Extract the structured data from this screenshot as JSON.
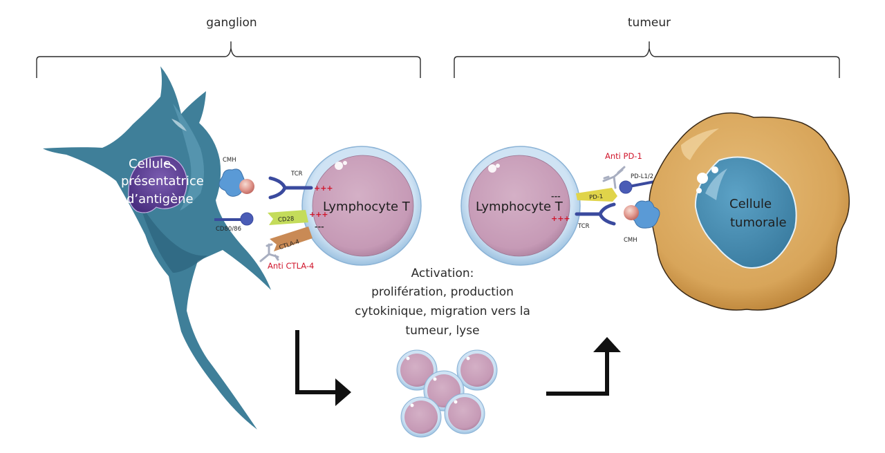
{
  "sections": {
    "lymph_node": "ganglion",
    "tumor": "tumeur"
  },
  "cells": {
    "apc": [
      "Cellule",
      "présentatrice",
      "d’antigène"
    ],
    "t_cell_left": "Lymphocyte T",
    "t_cell_right": "Lymphocyte T",
    "tumor_cell": [
      "Cellule",
      "tumorale"
    ]
  },
  "molecules": {
    "cmh_left": "CMH",
    "tcr_left": "TCR",
    "cd80_86": "CD80/86",
    "cd28": "CD28",
    "ctla4": "CTLA-4",
    "pd1": "PD-1",
    "pdl1_2": "PD-L1/2",
    "tcr_right": "TCR",
    "cmh_right": "CMH"
  },
  "drugs": {
    "anti_ctla4": "Anti CTLA-4",
    "anti_pd1": "Anti PD-1"
  },
  "signals": {
    "plus": "+++",
    "minus": "---"
  },
  "activation": {
    "lines": [
      "Activation:",
      "prolifération, production",
      "cytokinique, migration vers la",
      "tumeur, lyse"
    ]
  },
  "colors": {
    "apc_body": "#3f7f99",
    "apc_nucleus": "#5a3d8f",
    "t_cell_membrane": "#b9d6ee",
    "t_cell_cytoplasm": "#c9a2bb",
    "tumor_body": "#d9a75c",
    "tumor_nucleus": "#4a8db0",
    "receptor_blue": "#3a4a9e",
    "cd28_green": "#c4dc5a",
    "ctla4_brown": "#c98a55",
    "pd1_yellow": "#e0d44a",
    "drug_red": "#d0142a",
    "arrow_black": "#111111"
  }
}
